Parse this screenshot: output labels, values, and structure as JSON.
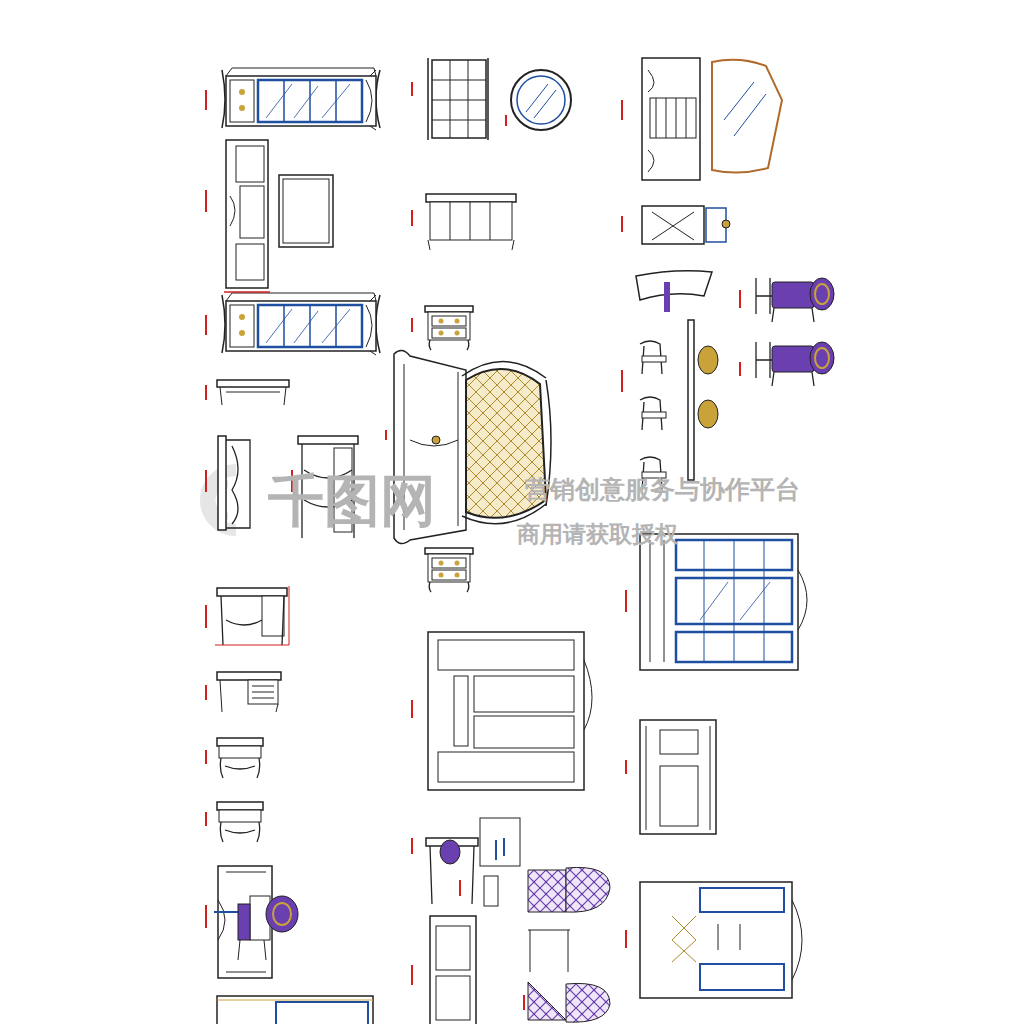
{
  "diagram": {
    "labels": [
      "千图网",
      "营销创意服务与协作平台",
      "商用请获取授权"
    ]
  }
}
